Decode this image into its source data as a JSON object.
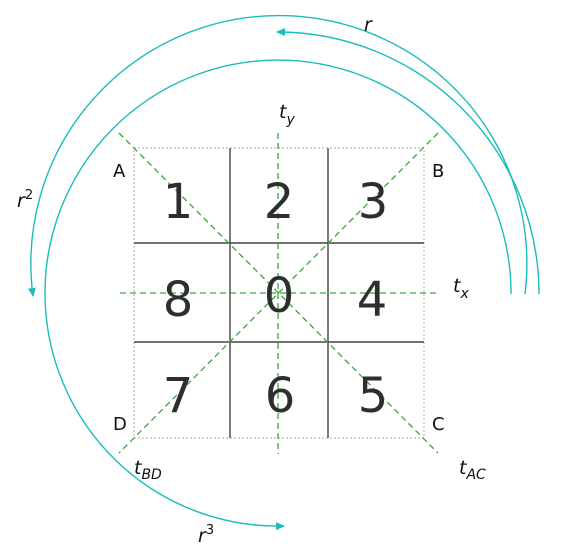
{
  "grid": {
    "cells": [
      {
        "label": "1"
      },
      {
        "label": "2"
      },
      {
        "label": "3"
      },
      {
        "label": "8"
      },
      {
        "label": "0"
      },
      {
        "label": "4"
      },
      {
        "label": "7"
      },
      {
        "label": "6"
      },
      {
        "label": "5"
      }
    ]
  },
  "corners": {
    "a": "A",
    "b": "B",
    "c": "C",
    "d": "D"
  },
  "axes": {
    "ty_base": "t",
    "ty_sub": "y",
    "tx_base": "t",
    "tx_sub": "x",
    "tbd_base": "t",
    "tbd_sub": "BD",
    "tac_base": "t",
    "tac_sub": "AC"
  },
  "rotations": {
    "r": "r",
    "r2_base": "r",
    "r2_sup": "2",
    "r3_base": "r",
    "r3_sup": "3"
  },
  "colors": {
    "rotation_arc": "#1bbcbc",
    "symmetry_axis": "#3aa63a",
    "grid_line": "#444444",
    "outer_border": "#bbbbbb",
    "text": "#2e2e2e"
  }
}
